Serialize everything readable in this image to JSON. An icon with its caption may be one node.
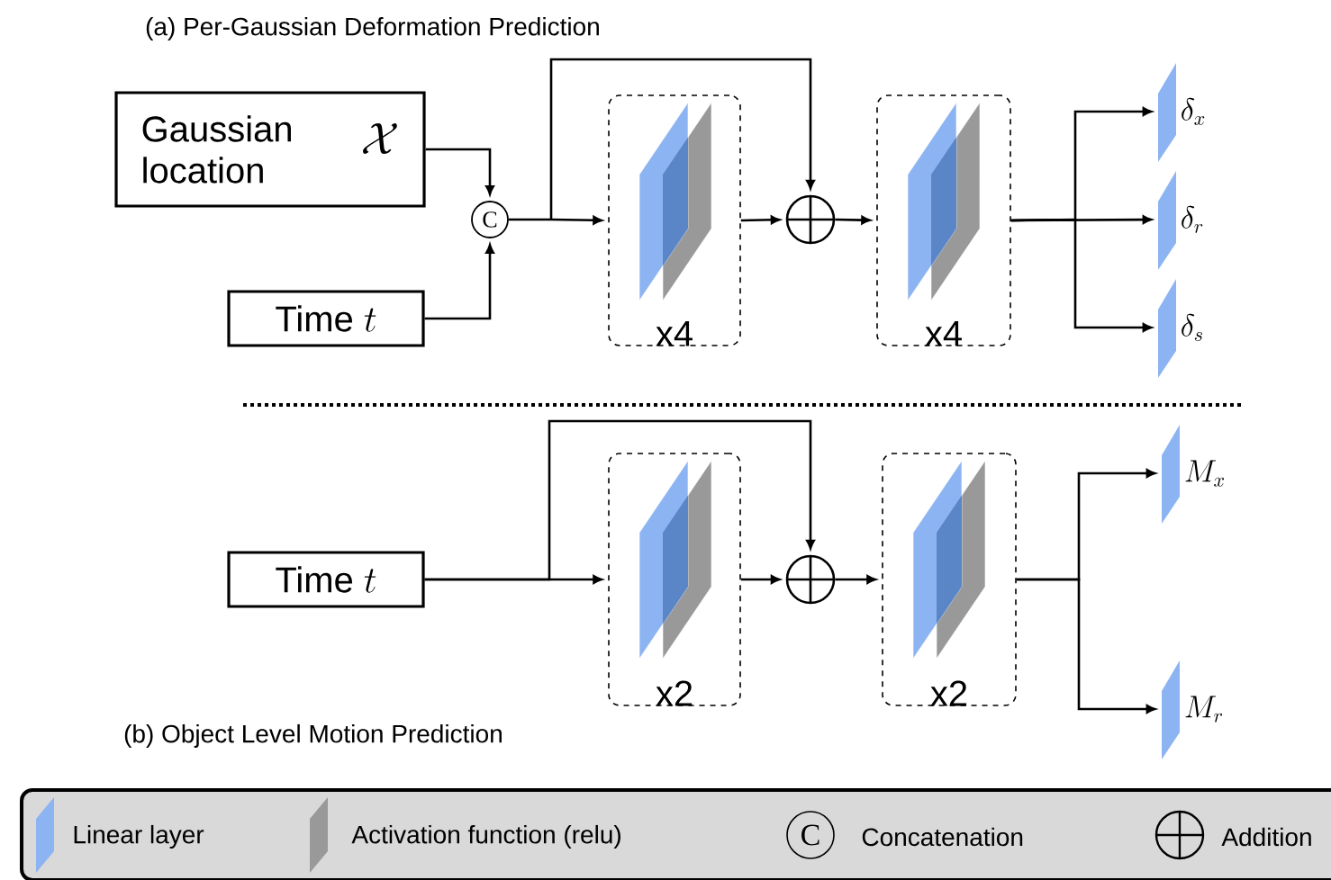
{
  "diagram": {
    "nodes": [
      {
        "text": [
          "Gaussian location",
          "\\mathcal{X}"
        ]
      },
      {
        "text": [
          "Time",
          "t"
        ]
      },
      {
        "text": [
          "C"
        ]
      },
      {
        "text": [
          "x4"
        ]
      },
      {
        "text": [],
        "shape": "circle"
      },
      {
        "text": [
          "x4"
        ]
      },
      {
        "text": [
          "\\delta_x"
        ]
      },
      {
        "text": [
          "\\delta_r"
        ]
      },
      {
        "text": [
          "\\delta_s"
        ]
      },
      {
        "text": [
          "Time",
          "t"
        ]
      },
      {
        "text": [
          "x2"
        ]
      },
      {
        "text": [],
        "shape": "circle"
      },
      {
        "text": [
          "x2"
        ]
      },
      {
        "text": [
          "M_x"
        ]
      },
      {
        "text": [
          "M_r"
        ]
      }
    ],
    "edges": [
      {
        "from": 0,
        "to": 2,
        "arrow": "to"
      },
      {
        "from": 1,
        "to": 2,
        "arrow": "to"
      },
      {
        "from": 2,
        "to": 3,
        "arrow": "to"
      },
      {
        "from": 2,
        "to": 4,
        "arrow": "to"
      },
      {
        "from": 3,
        "to": 4,
        "arrow": "to"
      },
      {
        "from": 4,
        "to": 5,
        "arrow": "to"
      },
      {
        "from": 5,
        "to": 6,
        "arrow": "to"
      },
      {
        "from": 5,
        "to": 7,
        "arrow": "to"
      },
      {
        "from": 5,
        "to": 8,
        "arrow": "to"
      },
      {
        "from": 9,
        "to": 10,
        "arrow": "to"
      },
      {
        "from": 9,
        "to": 11,
        "arrow": "to"
      },
      {
        "from": 10,
        "to": 11,
        "arrow": "to"
      },
      {
        "from": 11,
        "to": 12,
        "arrow": "to"
      },
      {
        "from": 12,
        "to": 13,
        "arrow": "to"
      },
      {
        "from": 12,
        "to": 14,
        "arrow": "to"
      }
    ],
    "labels": [
      "(a) Per-Gaussian Deformation Prediction",
      "(b) Object Level Motion Prediction",
      "C"
    ],
    "legend": [
      {
        "text": "Linear layer",
        "color": "#8db4f2"
      },
      {
        "text": "Activation function (relu)",
        "color": "#999999"
      },
      {
        "text": "Concatenation"
      },
      {
        "text": "Addition"
      }
    ]
  }
}
